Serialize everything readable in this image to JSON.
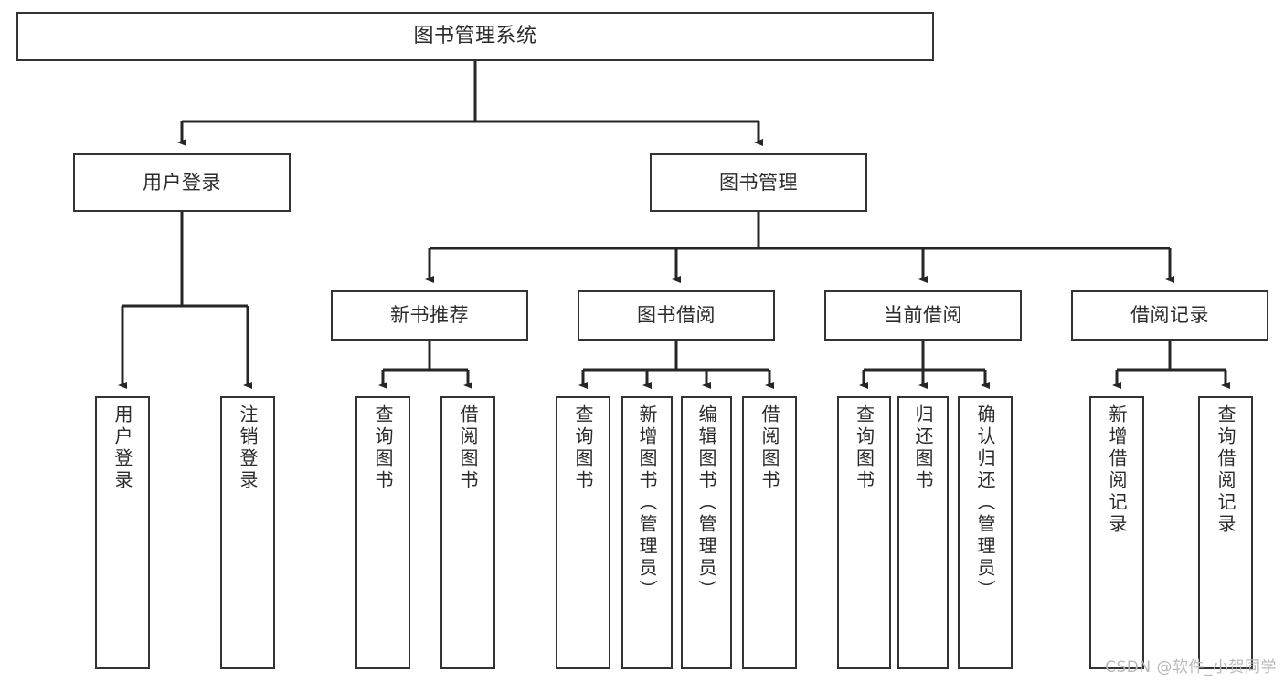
{
  "diagram": {
    "title": "图书管理系统",
    "type": "tree-hierarchy-diagram",
    "watermark": "CSDN @软件_小贺同学",
    "colors": {
      "background": "#ffffff",
      "box_border": "#333333",
      "box_fill": "#ffffff",
      "text": "#2b2b2b",
      "edge": "#262626",
      "watermark": "#b9b9b9"
    },
    "nodes": {
      "root": {
        "label": "图书管理系统"
      },
      "level1": [
        {
          "label": "用户登录"
        },
        {
          "label": "图书管理"
        }
      ],
      "level2": [
        {
          "label": "新书推荐"
        },
        {
          "label": "图书借阅"
        },
        {
          "label": "当前借阅"
        },
        {
          "label": "借阅记录"
        }
      ],
      "leaves": {
        "user_login": [
          {
            "label": "用户登录"
          },
          {
            "label": "注销登录"
          }
        ],
        "new_book_recommend": [
          {
            "label": "查询图书"
          },
          {
            "label": "借阅图书"
          }
        ],
        "book_borrow": [
          {
            "label": "查询图书"
          },
          {
            "label": "新增图书（管理员）"
          },
          {
            "label": "编辑图书（管理员）"
          },
          {
            "label": "借阅图书"
          }
        ],
        "current_borrow": [
          {
            "label": "查询图书"
          },
          {
            "label": "归还图书"
          },
          {
            "label": "确认归还（管理员）"
          }
        ],
        "borrow_record": [
          {
            "label": "新增借阅记录"
          },
          {
            "label": "查询借阅记录"
          }
        ]
      }
    }
  }
}
